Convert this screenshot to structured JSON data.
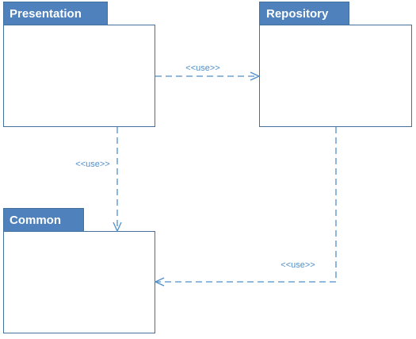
{
  "packages": {
    "presentation": {
      "title": "Presentation"
    },
    "repository": {
      "title": "Repository"
    },
    "common": {
      "title": "Common"
    }
  },
  "dependencies": {
    "presentation_to_repository": {
      "label": "<<use>>"
    },
    "presentation_to_common": {
      "label": "<<use>>"
    },
    "repository_to_common": {
      "label": "<<use>>"
    }
  },
  "colors": {
    "tab_fill": "#4F81BD",
    "border": "#41719C",
    "connector": "#4F8FCB",
    "title_text": "#FFFFFF"
  }
}
